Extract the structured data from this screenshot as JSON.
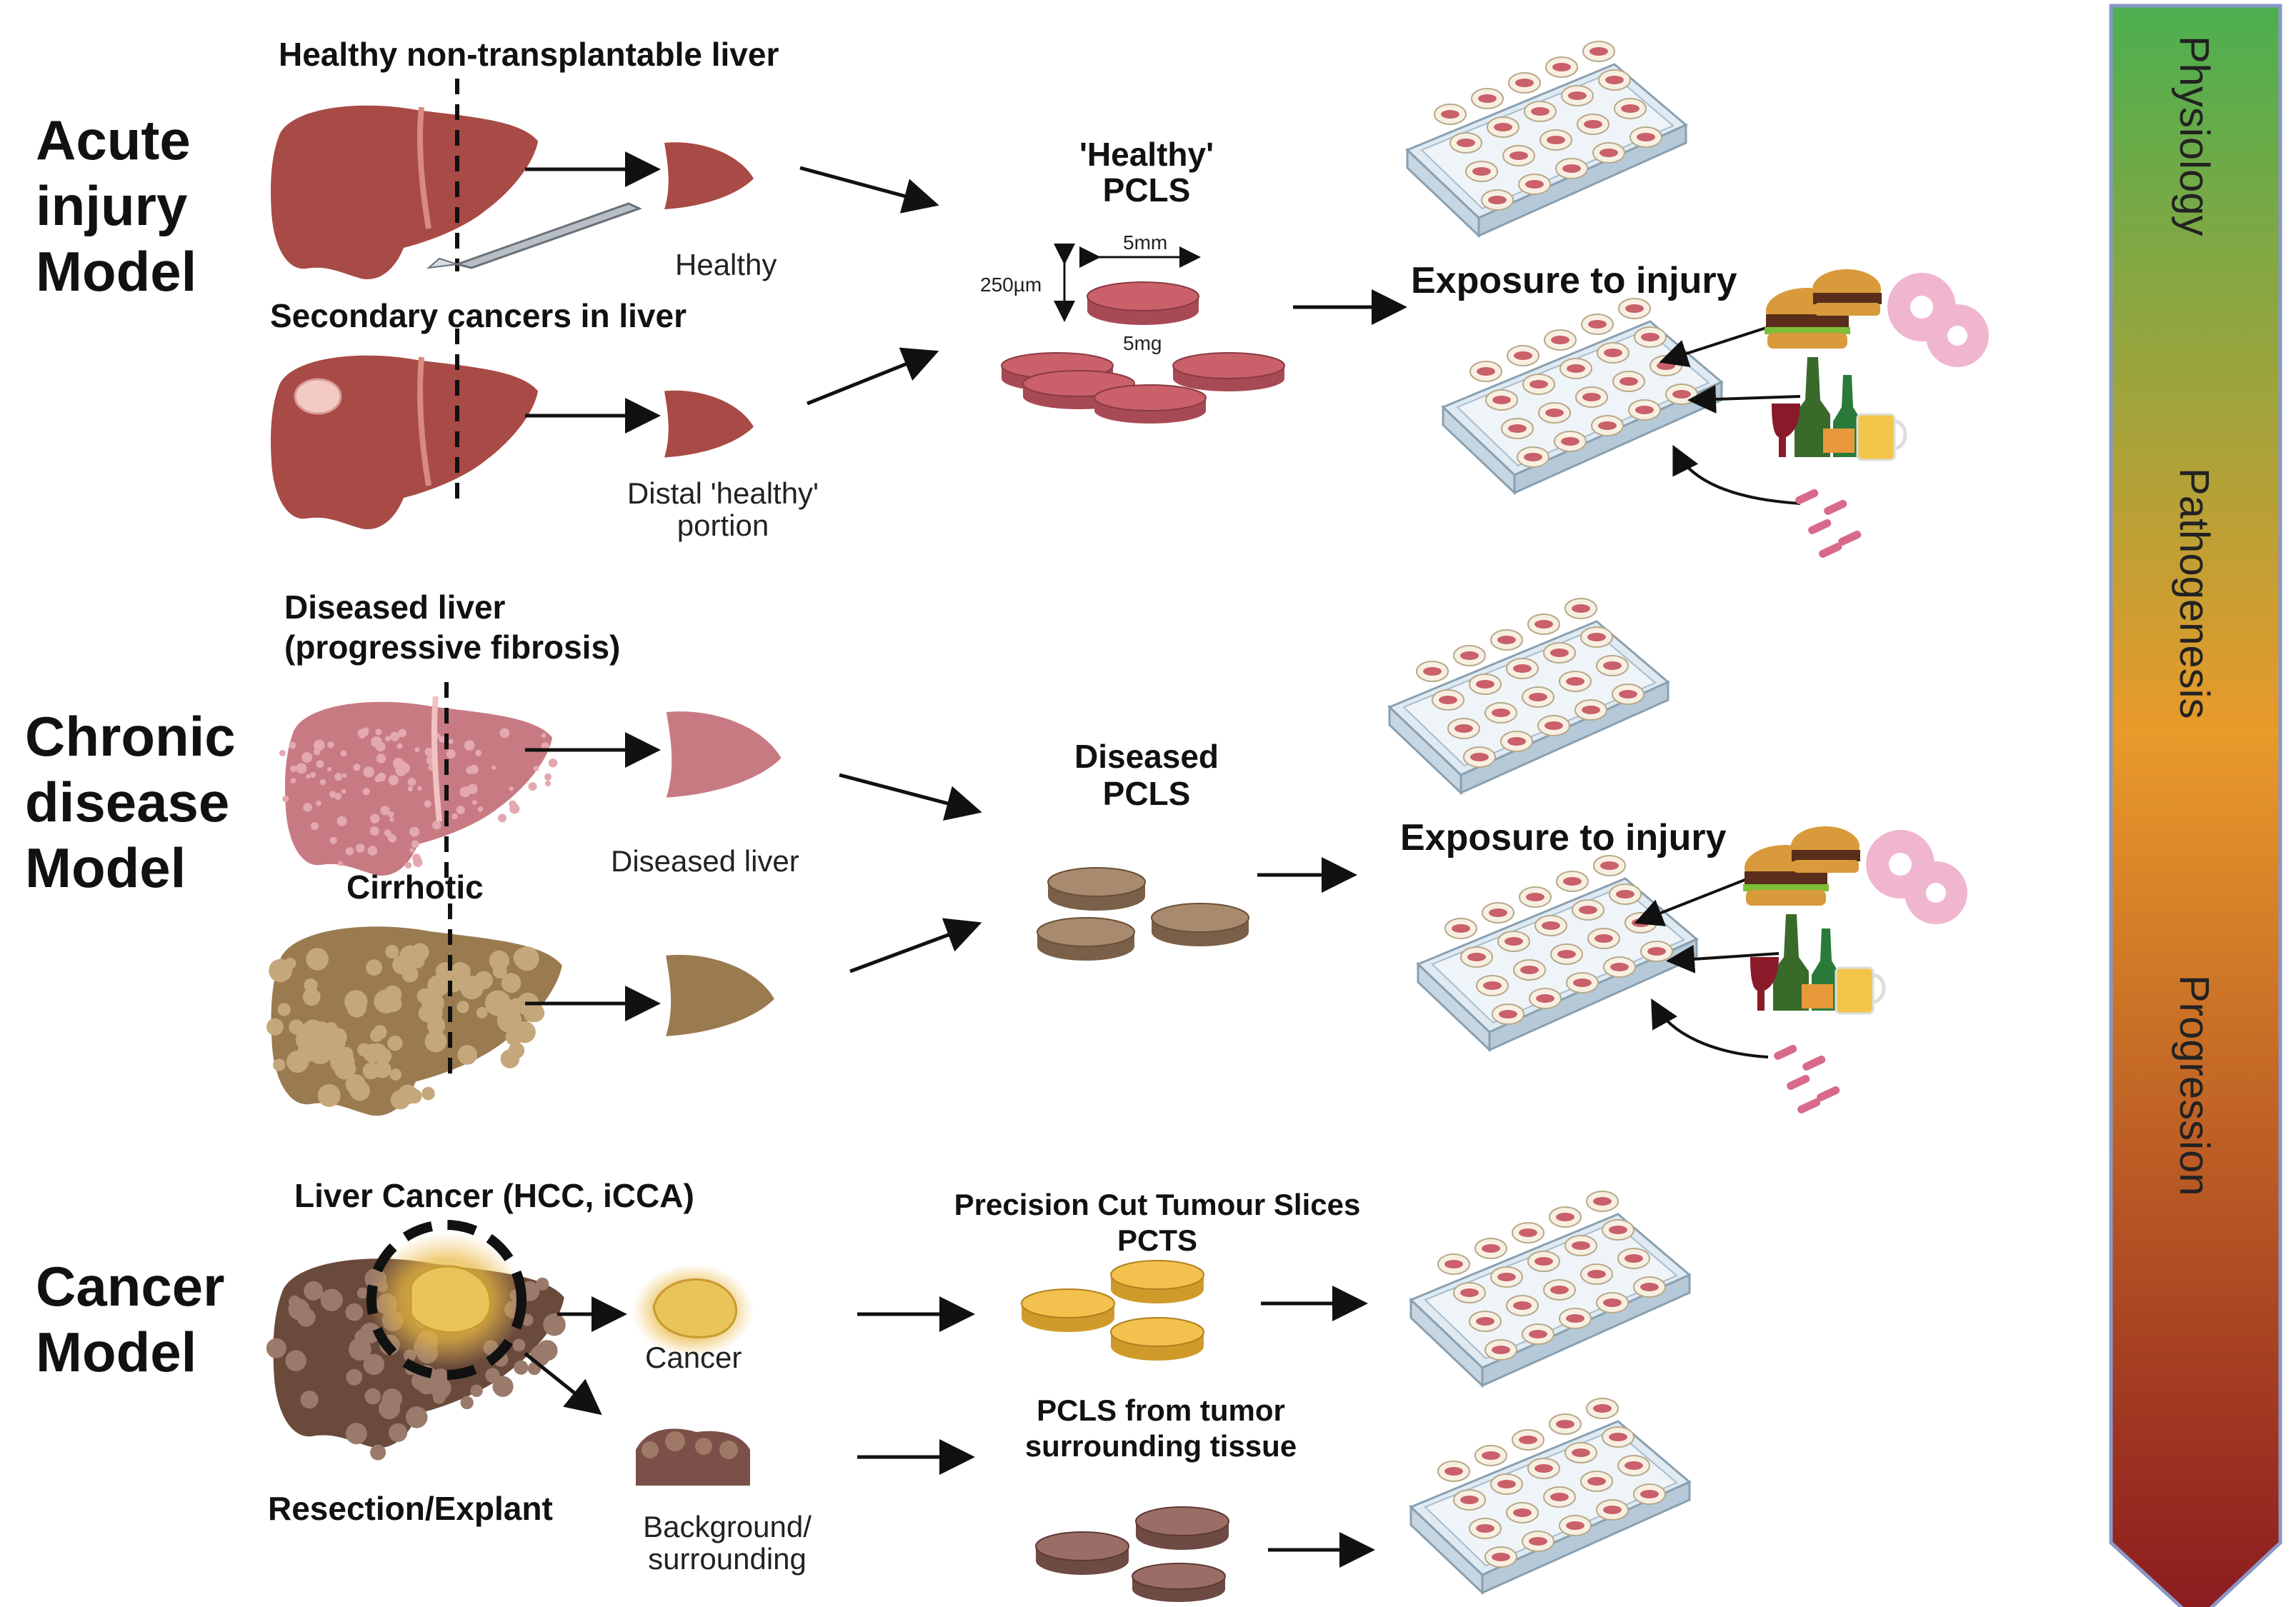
{
  "sections": {
    "acute": {
      "title_lines": [
        "Acute",
        "injury",
        "Model"
      ],
      "healthy_liver_label": "Healthy non-transplantable liver",
      "healthy_piece_label": "Healthy",
      "secondary_label": "Secondary cancers in liver",
      "distal_label_lines": [
        "Distal 'healthy'",
        "portion"
      ],
      "pcls_label_lines": [
        "'Healthy'",
        "PCLS"
      ],
      "dim_width": "5mm",
      "dim_thickness": "250µm",
      "dim_mass": "5mg",
      "exposure_label": "Exposure to injury"
    },
    "chronic": {
      "title_lines": [
        "Chronic",
        "disease",
        "Model"
      ],
      "diseased_header_lines": [
        "Diseased liver",
        "(progressive fibrosis)"
      ],
      "diseased_piece_label": "Diseased liver",
      "cirrhotic_label": "Cirrhotic",
      "pcls_label_lines": [
        "Diseased",
        "PCLS"
      ],
      "exposure_label": "Exposure to injury"
    },
    "cancer": {
      "title_lines": [
        "Cancer",
        "Model"
      ],
      "liver_cancer_label": "Liver Cancer (HCC, iCCA)",
      "resection_label": "Resection/Explant",
      "cancer_piece_label": "Cancer",
      "background_label_lines": [
        "Background/",
        "surrounding"
      ],
      "pcts_label_lines": [
        "Precision Cut Tumour Slices",
        "PCTS"
      ],
      "pcls_tumor_label_lines": [
        "PCLS from tumor",
        "surrounding tissue"
      ]
    }
  },
  "gradient_bar": {
    "labels": [
      "Physiology",
      "Pathogenesis",
      "Progression"
    ],
    "colors": [
      "#4caf50",
      "#e89a2a",
      "#8b1a1f"
    ]
  },
  "colors": {
    "healthy_liver": "#a84a45",
    "diseased_liver": "#c87a82",
    "cirrhotic_liver": "#9a7a4f",
    "cancer_liver": "#6a4a3a",
    "tumor": "#e8c45a",
    "healthy_slice": "#c9606a",
    "diseased_slice": "#a88a6e",
    "tumor_slice": "#f2c14e",
    "surrounding_slice": "#9a6e66",
    "plate": "#dfeaf2"
  }
}
